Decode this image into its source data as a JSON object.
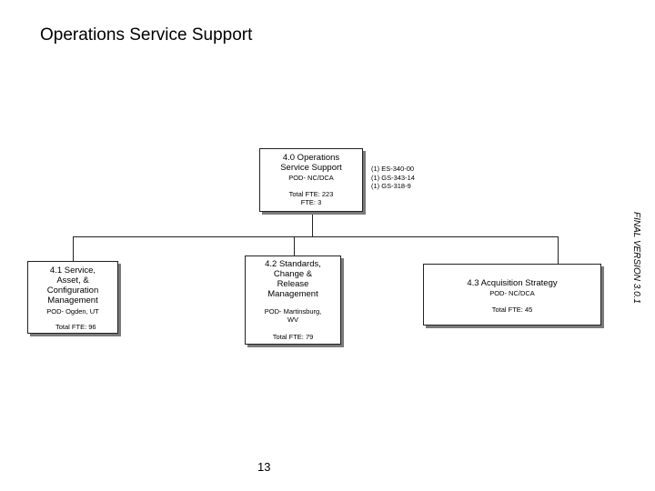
{
  "page_title": "Operations Service Support",
  "root": {
    "name": "4.0 Operations Service Support",
    "pod": "POD- NC/DCA",
    "total_fte": "Total FTE: 223",
    "fte": "FTE: 3"
  },
  "staff": [
    "(1) ES-340-00",
    "(1) GS-343-14",
    "(1) GS-318-9"
  ],
  "child_1": {
    "name": "4.1 Service, Asset, & Configuration Management",
    "pod": "POD- Ogden, UT",
    "total_fte": "Total FTE: 96"
  },
  "child_2": {
    "name": "4.2 Standards, Change & Release Management",
    "pod": "POD- Martinsburg, WV",
    "total_fte": "Total FTE: 79"
  },
  "child_3": {
    "name": "4.3 Acquisition Strategy",
    "pod": "POD- NC/DCA",
    "total_fte": "Total FTE: 45"
  },
  "version": "FINAL VERSION 3.0.1",
  "page_number": "13"
}
